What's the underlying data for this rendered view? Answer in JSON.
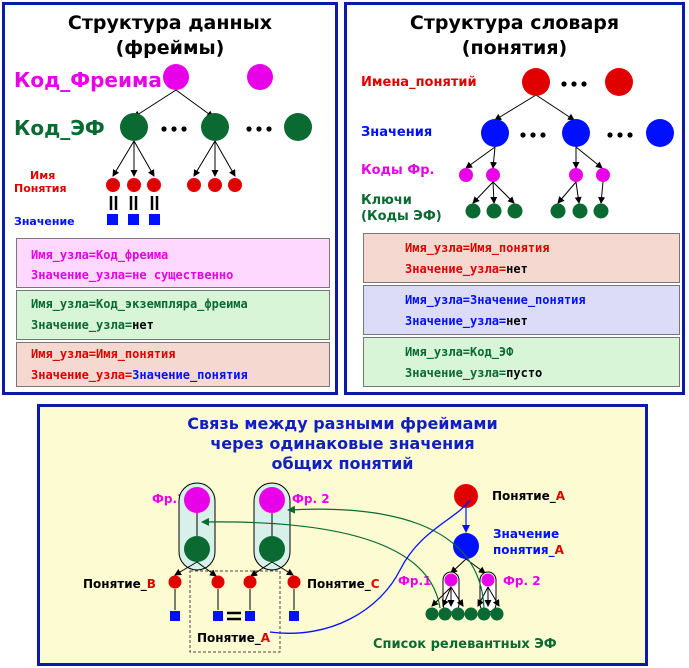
{
  "colors": {
    "magenta": "#e800e8",
    "green": "#0a6a32",
    "red": "#e00000",
    "blue": "#0010ff",
    "panel_border": "#0b1aa8"
  },
  "panel1": {
    "title_line1": "Структура данных",
    "title_line2": "(фреймы)",
    "label_frame_code": "Код_Фреима",
    "label_ef_code": "Код_ЭФ",
    "label_name1": "Имя",
    "label_name2": "Понятия",
    "label_value": "Значение",
    "box1_line1": "Имя_узла=Код_фреима",
    "box1_line2": "Значение_узла=не  существенно",
    "box2_line1": "Имя_узла=Код_экземпляра_фреима",
    "box2_line2a": "Значение_узла=",
    "box2_line2b": "нет",
    "box3_line1": "Имя_узла=Имя_понятия",
    "box3_line2a": "Значение_узла=",
    "box3_line2b": "Значение_понятия"
  },
  "panel2": {
    "title_line1": "Структура словаря",
    "title_line2": "(понятия)",
    "label_names": "Имена_понятий",
    "label_values": "Значения",
    "label_codes": "Коды Фр.",
    "label_keys1": "Ключи",
    "label_keys2": "(Коды ЭФ)",
    "box1_line1": "Имя_узла=Имя_понятия",
    "box1_line2a": "Значение_узла=",
    "box1_line2b": "нет",
    "box2_line1": "Имя_узла=Значение_понятия",
    "box2_line2a": "Значение_узла=",
    "box2_line2b": "нет",
    "box3_line1": "Имя_узла=Код_ЭФ",
    "box3_line2a": "Значение_узла=",
    "box3_line2b": "пусто"
  },
  "panel3": {
    "title_line1": "Связь между разными фреймами",
    "title_line2": "через одинаковые значения",
    "title_line3": "общих понятий",
    "fr1": "Фр.1",
    "fr2": "Фр. 2",
    "concept_b_a": "Понятие_",
    "concept_b_b": "В",
    "concept_c_a": "Понятие_",
    "concept_c_b": "С",
    "concept_a_a": "Понятие_",
    "concept_a_b": "А",
    "concept_a2_a": "Понятие_",
    "concept_a2_b": "А",
    "value_concept1": "Значение",
    "value_concept2a": "понятия_",
    "value_concept2b": "А",
    "fr1_right": "Фр.1",
    "fr2_right": "Фр. 2",
    "list_ef": "Список релевантных ЭФ"
  }
}
